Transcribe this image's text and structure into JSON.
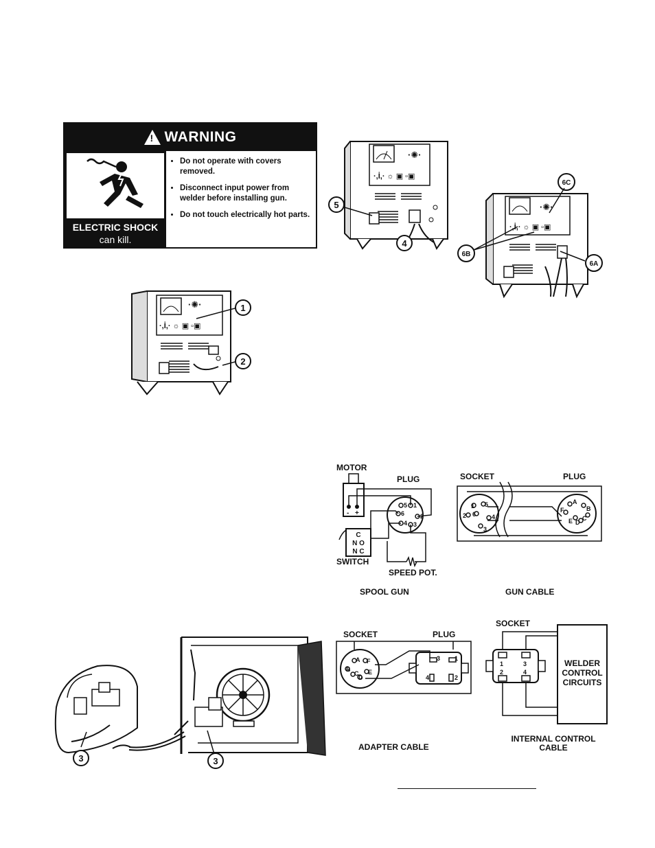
{
  "warning": {
    "title": "WARNING",
    "hazard": "ELECTRIC SHOCK",
    "hazard_sub": "can kill.",
    "bullets": [
      "Do not operate with covers removed.",
      "Disconnect input power from welder before installing gun.",
      "Do not touch electrically hot parts."
    ]
  },
  "callouts": {
    "c1": "1",
    "c2": "2",
    "c3": "3",
    "c4": "4",
    "c5": "5",
    "c6a": "6A",
    "c6b": "6B",
    "c6c": "6C"
  },
  "spool_gun": {
    "motor": "MOTOR",
    "plug": "PLUG",
    "switch": "SWITCH",
    "speed_pot": "SPEED POT.",
    "caption": "SPOOL GUN",
    "switch_c": "C",
    "switch_no": "N O",
    "switch_nc": "N C",
    "pins": [
      "5",
      "1",
      "6",
      "2",
      "4",
      "3"
    ]
  },
  "gun_cable": {
    "socket": "SOCKET",
    "plug": "PLUG",
    "caption": "GUN CABLE",
    "socket_pins": [
      "1",
      "5",
      "2",
      "6",
      "4",
      "3"
    ],
    "plug_pins": [
      "A",
      "B",
      "F",
      "E",
      "D",
      "C"
    ]
  },
  "adapter_cable": {
    "socket": "SOCKET",
    "plug": "PLUG",
    "caption": "ADAPTER CABLE",
    "socket_pins": [
      "A",
      "B",
      "F",
      "C",
      "D",
      "E"
    ],
    "plug_pins": [
      "3",
      "1",
      "4",
      "2"
    ]
  },
  "internal_cable": {
    "socket": "SOCKET",
    "box": [
      "WELDER",
      "CONTROL",
      "CIRCUITS"
    ],
    "caption_line1": "INTERNAL CONTROL",
    "caption_line2": "CABLE",
    "pins": [
      "1",
      "3",
      "2",
      "4"
    ]
  }
}
